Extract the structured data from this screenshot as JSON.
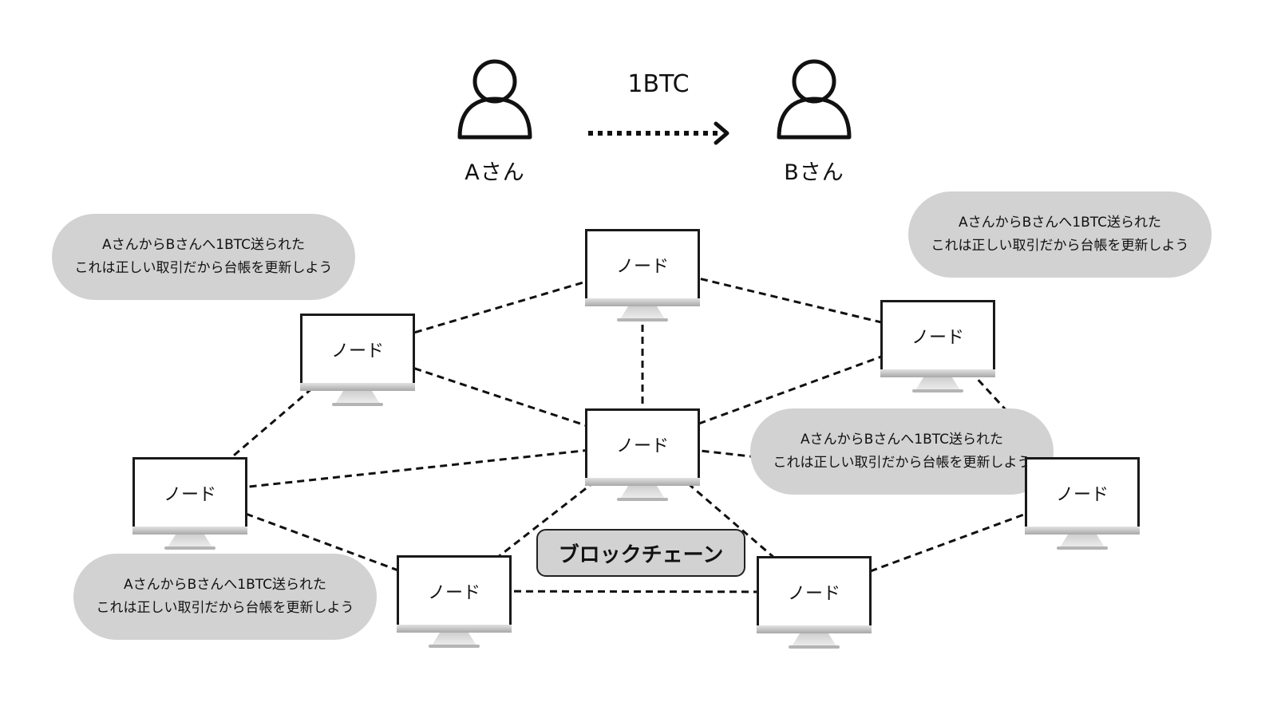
{
  "transfer": {
    "sender": "Aさん",
    "receiver": "Bさん",
    "amount": "1BTC",
    "icons": {
      "person": "person-icon",
      "arrow": "dotted-arrow-icon"
    }
  },
  "node_label": "ノード",
  "node_icon": "monitor-icon",
  "nodes": [
    {
      "id": "top",
      "label": "ノード"
    },
    {
      "id": "upper-left",
      "label": "ノード"
    },
    {
      "id": "center",
      "label": "ノード"
    },
    {
      "id": "upper-right",
      "label": "ノード"
    },
    {
      "id": "left",
      "label": "ノード"
    },
    {
      "id": "right",
      "label": "ノード"
    },
    {
      "id": "bottom-left",
      "label": "ノード"
    },
    {
      "id": "bottom-right",
      "label": "ノード"
    }
  ],
  "connections": [
    [
      "upper-left",
      "top"
    ],
    [
      "top",
      "upper-right"
    ],
    [
      "top",
      "center"
    ],
    [
      "upper-left",
      "left"
    ],
    [
      "upper-left",
      "center"
    ],
    [
      "left",
      "center"
    ],
    [
      "left",
      "bottom-left"
    ],
    [
      "center",
      "bottom-left"
    ],
    [
      "center",
      "upper-right"
    ],
    [
      "center",
      "bottom-right"
    ],
    [
      "center",
      "right"
    ],
    [
      "upper-right",
      "right"
    ],
    [
      "bottom-left",
      "bottom-right"
    ],
    [
      "bottom-right",
      "right"
    ]
  ],
  "bubbles": [
    {
      "id": "top-left",
      "line1": "AさんからBさんへ1BTC送られた",
      "line2": "これは正しい取引だから台帳を更新しよう"
    },
    {
      "id": "top-right",
      "line1": "AさんからBさんへ1BTC送られた",
      "line2": "これは正しい取引だから台帳を更新しよう"
    },
    {
      "id": "middle-right",
      "line1": "AさんからBさんへ1BTC送られた",
      "line2": "これは正しい取引だから台帳を更新しよう"
    },
    {
      "id": "bottom-left",
      "line1": "AさんからBさんへ1BTC送られた",
      "line2": "これは正しい取引だから台帳を更新しよう"
    }
  ],
  "network_label": "ブロックチェーン",
  "colors": {
    "bubble": "#d2d2d2",
    "line": "#111111",
    "background": "#ffffff"
  }
}
